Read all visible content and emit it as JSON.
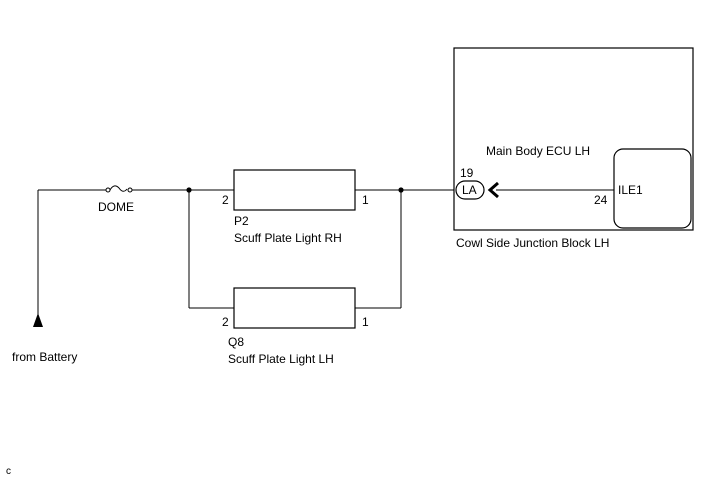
{
  "battery": {
    "label": "from Battery"
  },
  "fuse": {
    "label": "DOME"
  },
  "scuff_rh": {
    "code": "P2",
    "name": "Scuff Plate Light RH",
    "pin_left": "2",
    "pin_right": "1"
  },
  "scuff_lh": {
    "code": "Q8",
    "name": "Scuff Plate Light LH",
    "pin_left": "2",
    "pin_right": "1"
  },
  "junction_block": {
    "name": "Cowl Side Junction Block LH",
    "connector_label": "LA",
    "connector_pin": "19",
    "ecu": {
      "name": "Main Body ECU LH",
      "signal": "ILE1",
      "pin": "24"
    }
  },
  "corner_mark": "c"
}
